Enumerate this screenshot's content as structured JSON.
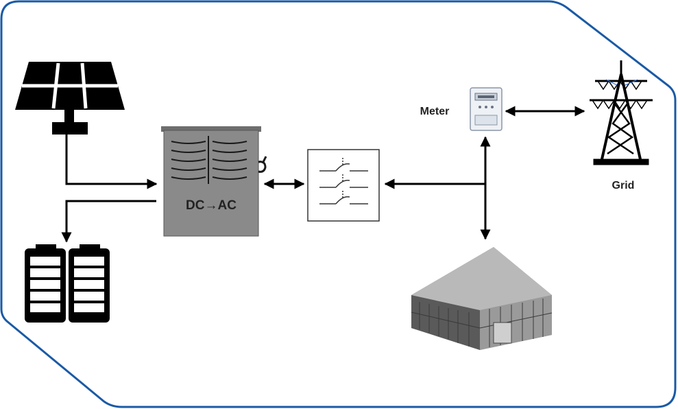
{
  "frame": {
    "border_color": "#1a5aa6"
  },
  "inverter": {
    "label": "DC→AC",
    "fill": "#8a8a8a"
  },
  "meter": {
    "label": "Meter"
  },
  "grid": {
    "label": "Grid"
  },
  "components": {
    "solar_panel": "solar-panel-icon",
    "battery_bank": "battery-icon",
    "inverter": "inverter-icon",
    "breaker_panel": "switch-panel-icon",
    "meter": "electric-meter-icon",
    "grid_tower": "transmission-tower-icon",
    "building": "building-icon"
  }
}
